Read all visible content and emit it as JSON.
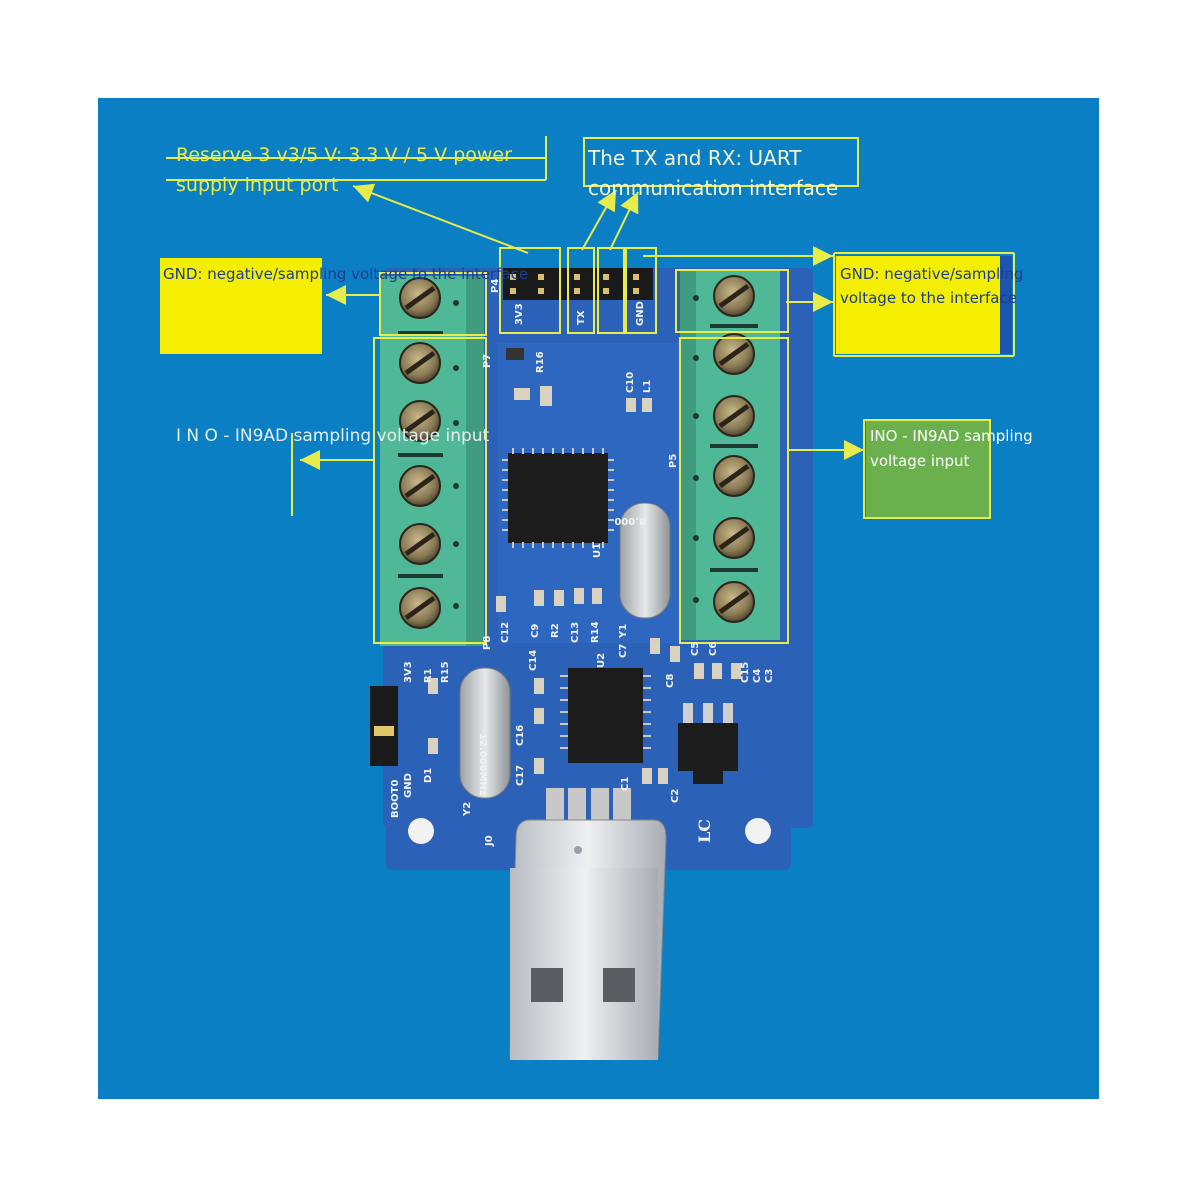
{
  "callouts": {
    "reserve_line1": "Reserve 3 v3/5 V: 3.3 V / 5 V power",
    "reserve_line2": "supply input port",
    "txrx_line1": "The TX and RX: UART",
    "txrx_line2": "communication interface",
    "gnd_left": "GND: negative/sampling voltage to the interface",
    "gnd_right_line1": "GND: negative/sampling",
    "gnd_right_line2": "voltage to the interface",
    "ino_left": "I N O - IN9AD sampling voltage input",
    "ino_right_line1": "INO - IN9AD sampling",
    "ino_right_line2": "voltage input"
  },
  "silkscreen": {
    "header_3v3": "3V3",
    "header_tx": "TX",
    "header_gnd": "GND",
    "p4": "P4",
    "p7": "P7",
    "p8": "P8",
    "p5": "P5",
    "r16": "R16",
    "c10": "C10",
    "l1": "L1",
    "u1": "U1",
    "crystal1": "8.000",
    "crystal2": "12.000MHz",
    "c12": "C12",
    "c9": "C9",
    "r2": "R2",
    "c13": "C13",
    "r14": "R14",
    "y1": "Y1",
    "c7": "C7",
    "c14": "C14",
    "u2": "U2",
    "c16": "C16",
    "c17": "C17",
    "c1": "C1",
    "c2": "C2",
    "c8": "C8",
    "c5": "C5",
    "c6": "C6",
    "c15": "C15",
    "c4": "C4",
    "c3": "C3",
    "r1": "R1",
    "r15": "R15",
    "d1": "D1",
    "y2": "Y2",
    "j0": "J0",
    "boot0": "BOOT0",
    "gnd_jumper": "GND",
    "v3_jumper": "3V3",
    "logo": "LC"
  },
  "colors": {
    "background": "#0a7fc4",
    "pcb": "#2b62b8",
    "terminal": "#4fb896",
    "callout_text": "#e8ec4a",
    "yellow_box": "#f4ef00",
    "green_box": "#6ab04c"
  }
}
